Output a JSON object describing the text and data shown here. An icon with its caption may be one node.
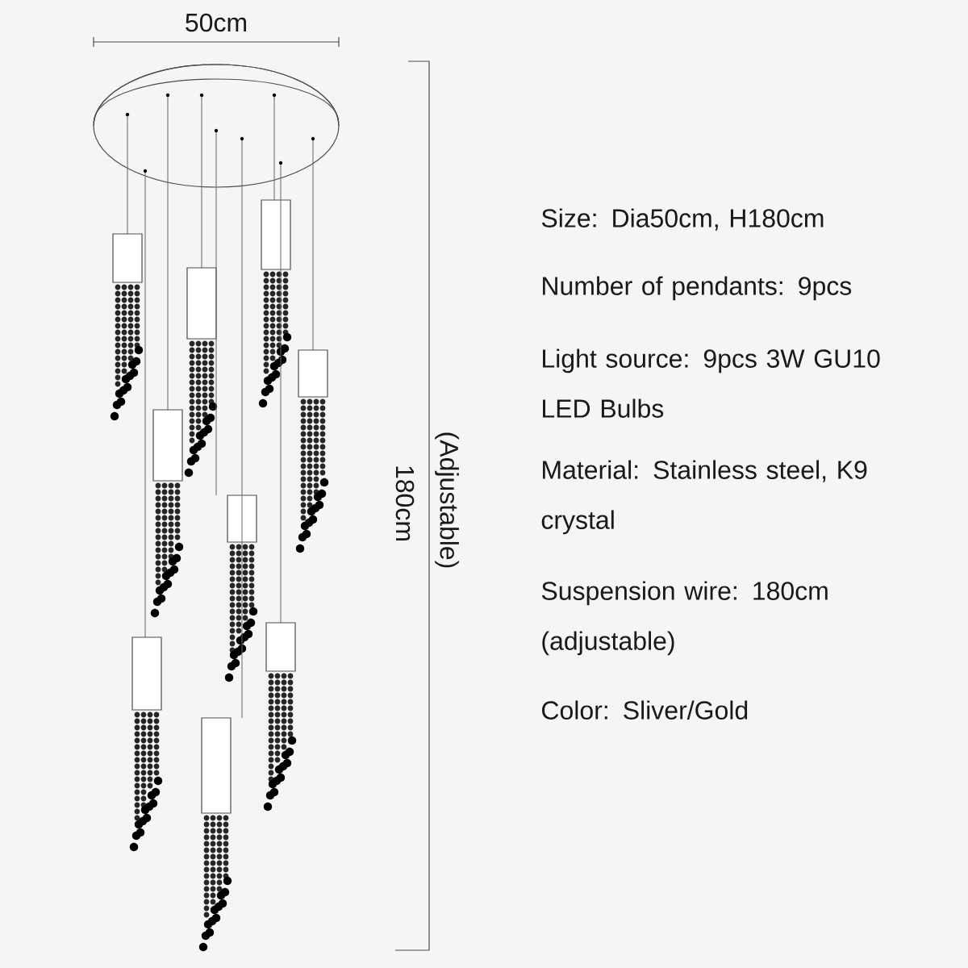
{
  "diagram": {
    "labels": [
      "50cm",
      "180cm",
      "(Adjustable)",
      "Size: Dia50cm, H180cm",
      "Number of pendants: 9pcs",
      "Light source: 9pcs 3W GU10 LED Bulbs",
      "Material: Stainless steel, K9 crystal",
      "Suspension wire: 180cm (adjustable)",
      "Color: Sliver/Gold"
    ]
  }
}
